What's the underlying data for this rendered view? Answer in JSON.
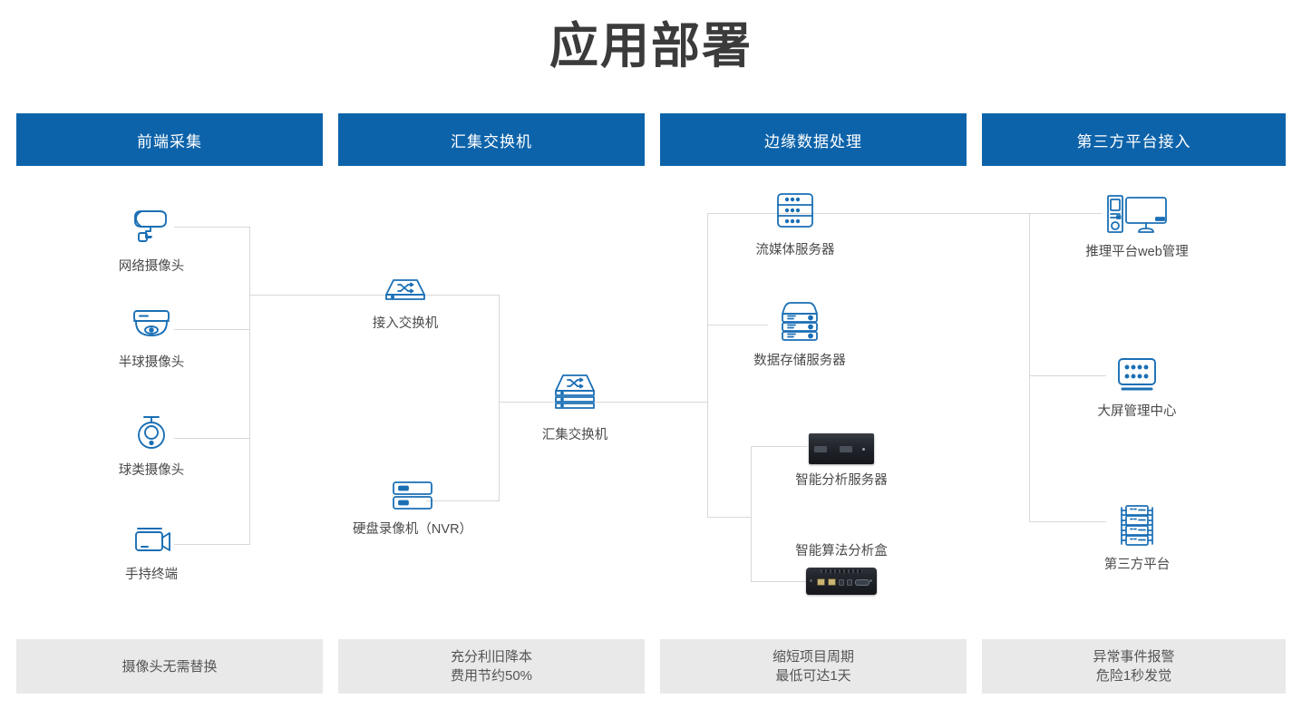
{
  "page": {
    "title": "应用部署",
    "accent_color": "#0d63aa",
    "line_color": "#d8d8d8",
    "footer_bg": "#e9e9e9",
    "icon_color": "#1a6fb5"
  },
  "columns": [
    {
      "header": "前端采集",
      "footer_lines": [
        "摄像头无需替换"
      ],
      "nodes": [
        {
          "label": "网络摄像头",
          "icon": "bullet-camera-icon"
        },
        {
          "label": "半球摄像头",
          "icon": "dome-camera-icon"
        },
        {
          "label": "球类摄像头",
          "icon": "ptz-dome-camera-icon"
        },
        {
          "label": "手持终端",
          "icon": "handheld-camcorder-icon"
        }
      ]
    },
    {
      "header": "汇集交换机",
      "footer_lines": [
        "充分利旧降本",
        "费用节约50%"
      ],
      "nodes": [
        {
          "label": "接入交换机",
          "icon": "access-switch-icon"
        },
        {
          "label": "硬盘录像机（NVR）",
          "icon": "nvr-icon"
        }
      ]
    },
    {
      "header": "边缘数据处理",
      "footer_lines": [
        "缩短项目周期",
        "最低可达1天"
      ],
      "nodes": [
        {
          "label": "流媒体服务器",
          "icon": "streaming-server-icon"
        },
        {
          "label": "数据存储服务器",
          "icon": "storage-server-icon"
        },
        {
          "label": "智能分析服务器",
          "icon": "analysis-server-photo"
        },
        {
          "label": "智能算法分析盒",
          "icon": "algorithm-box-photo"
        }
      ]
    },
    {
      "header": "第三方平台接入",
      "footer_lines": [
        "异常事件报警",
        "危险1秒发觉"
      ],
      "nodes": [
        {
          "label": "推理平台web管理",
          "icon": "workstation-monitor-icon"
        },
        {
          "label": "大屏管理中心",
          "icon": "video-wall-icon"
        },
        {
          "label": "第三方平台",
          "icon": "third-party-platform-icon"
        }
      ]
    }
  ],
  "center_node": {
    "label": "汇集交换机",
    "icon": "aggregation-switch-icon"
  }
}
